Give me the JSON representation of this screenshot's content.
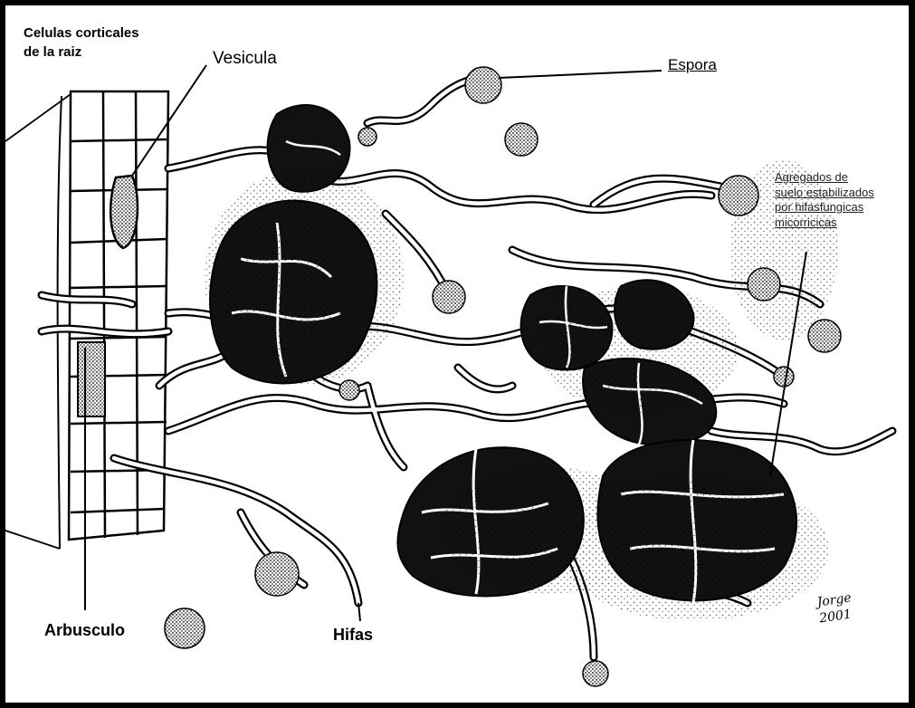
{
  "labels": {
    "celulas_line1": "Celulas corticales",
    "celulas_line2": "de la raiz",
    "vesicula": "Vesicula",
    "espora": "Espora",
    "agregados_line1": "Agregados de",
    "agregados_line2": "suelo estabilizados",
    "agregados_line3": "por hifasfungicas",
    "agregados_line4": "micorricicas",
    "arbusculo": "Arbusculo",
    "hifas": "Hifas"
  },
  "signature": {
    "name": "Jorge",
    "year": "2001"
  },
  "colors": {
    "ink": "#000000",
    "paper": "#ffffff",
    "frame": "#000000"
  }
}
